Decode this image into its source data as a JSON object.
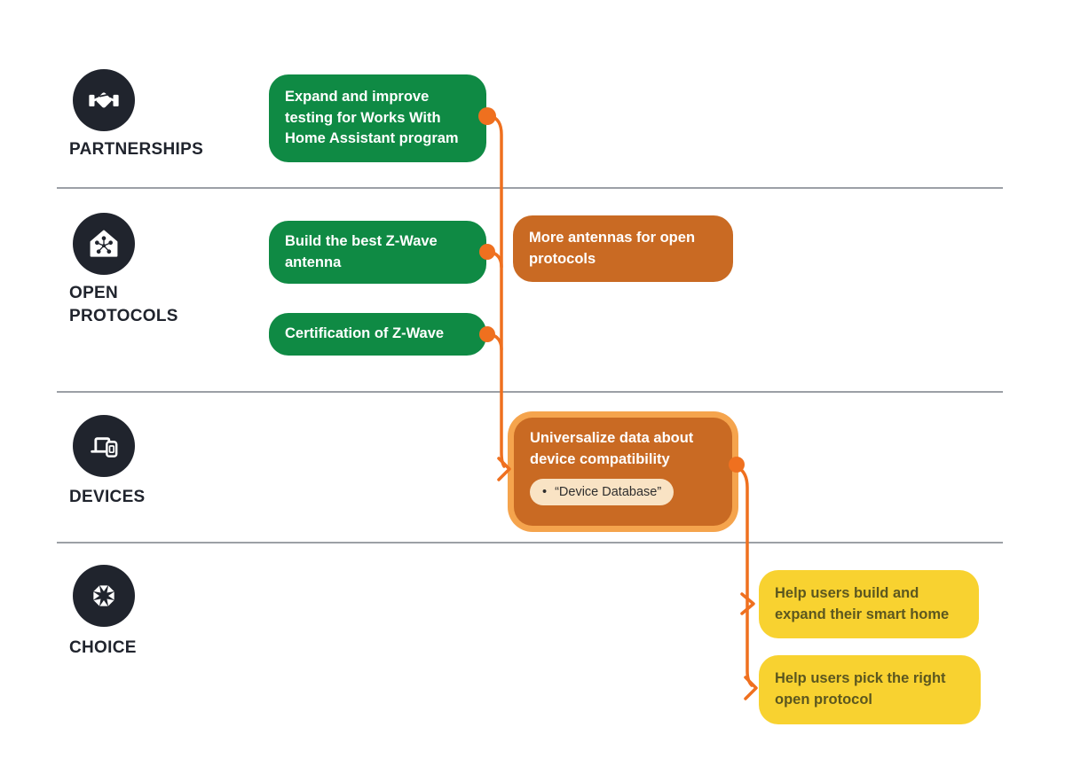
{
  "diagram_title": "Roadmap diagram",
  "colors": {
    "green": "#0F8A44",
    "orange": "#C96A23",
    "orange_highlight_border": "#F5A44D",
    "cream_pill": "#F9E3C4",
    "yellow": "#F8D230",
    "yellow_text": "#5C571F",
    "connector_orange": "#EF701F",
    "icon_dark": "#20242D",
    "divider_gray": "#9CA0A6"
  },
  "sections": [
    {
      "label": "PARTNERSHIPS",
      "icon": "handshake-icon"
    },
    {
      "label": "OPEN PROTOCOLS",
      "icon": "house-network-icon"
    },
    {
      "label": "DEVICES",
      "icon": "laptop-phone-icon"
    },
    {
      "label": "CHOICE",
      "icon": "aperture-icon"
    }
  ],
  "cards": {
    "expand_testing": "Expand and improve testing for Works With Home Assistant program",
    "build_antenna": "Build the best Z-Wave antenna",
    "more_antennas": "More antennas for open protocols",
    "certification": "Certification of Z-Wave",
    "universalize": "Universalize data about device compatibility",
    "device_database_bullet": "•",
    "device_database": "“Device Database”",
    "help_build": "Help users build and expand their smart home",
    "help_pick": "Help users pick the right open protocol"
  }
}
